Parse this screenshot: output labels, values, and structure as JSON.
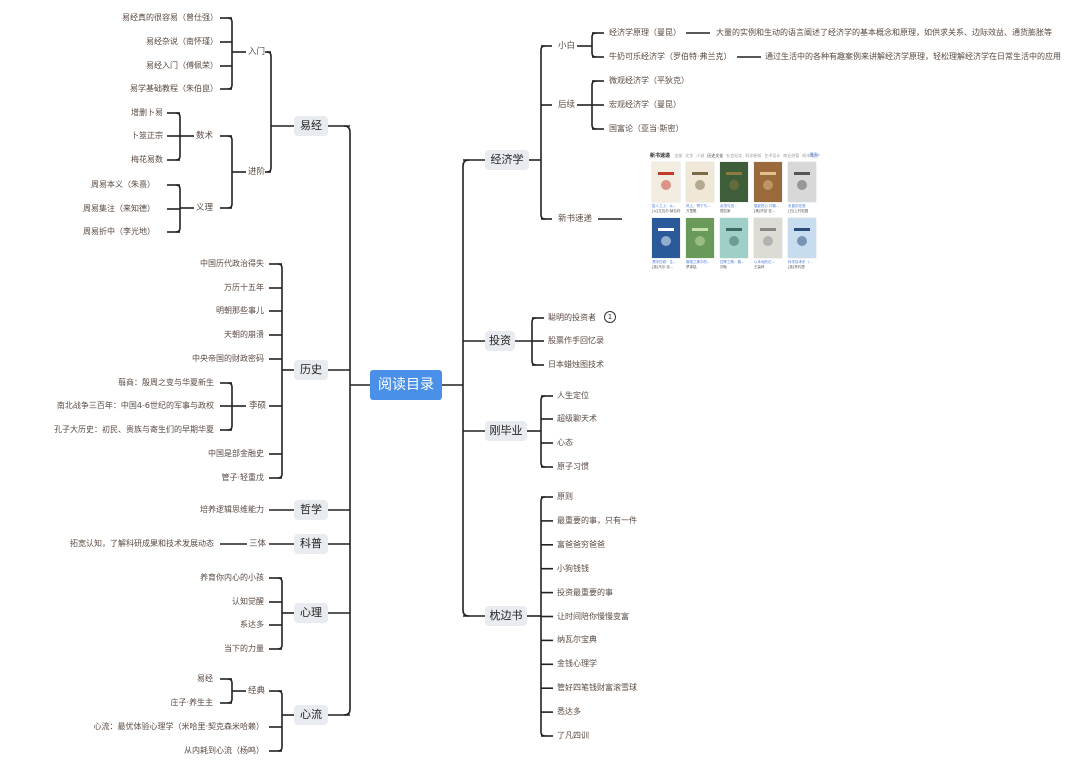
{
  "root": {
    "label": "阅读目录",
    "color": "#4a90e8"
  },
  "left": {
    "yijing": {
      "label": "易经",
      "rumen": {
        "label": "入门",
        "items": [
          "易经真的很容易（曾仕强）",
          "易经杂说（南怀瑾）",
          "易经入门（傅佩荣）",
          "易学基础教程（朱伯崑）"
        ]
      },
      "jinjie": {
        "label": "进阶",
        "shushu": {
          "label": "数术",
          "items": [
            "增删卜易",
            "卜筮正宗",
            "梅花易数"
          ]
        },
        "yili": {
          "label": "义理",
          "items": [
            "周易本义（朱熹）",
            "周易集注（来知德）",
            "周易折中（李光地）"
          ]
        }
      }
    },
    "lishi": {
      "label": "历史",
      "items_top": [
        "中国历代政治得失",
        "万历十五年",
        "明朝那些事儿",
        "天朝的崩溃",
        "中央帝国的财政密码"
      ],
      "lishuo": {
        "label": "李硕",
        "items": [
          "翦商：殷周之变与华夏新生",
          "南北战争三百年：中国4-6世纪的军事与政权",
          "孔子大历史：初民、贵族与寄生们的早期华夏"
        ]
      },
      "items_bottom": [
        "中国是部金融史",
        "管子·轻重戊"
      ]
    },
    "zhexue": {
      "label": "哲学",
      "items": [
        "培养逻辑思维能力"
      ]
    },
    "kepu": {
      "label": "科普",
      "santi": {
        "label": "三体",
        "note": "拓宽认知，了解科研成果和技术发展动态"
      }
    },
    "xinli": {
      "label": "心理",
      "items": [
        "养育你内心的小孩",
        "认知觉醒",
        "系达多",
        "当下的力量"
      ]
    },
    "xinliu": {
      "label": "心流",
      "jingdian": {
        "label": "经典",
        "items": [
          "易经",
          "庄子·养生主"
        ]
      },
      "items": [
        "心流：最优体验心理学（米哈里·契克森米哈赖）",
        "从内耗到心流（杨鸣）"
      ]
    }
  },
  "right": {
    "jingjixue": {
      "label": "经济学",
      "xiaobai": {
        "label": "小白",
        "items": [
          {
            "title": "经济学原理（曼昆）",
            "note": "大量的实例和生动的语言阐述了经济学的基本概念和原理，如供求关系、边际效益、通货膨胀等"
          },
          {
            "title": "牛奶可乐经济学（罗伯特·弗兰克）",
            "note": "通过生活中的各种有趣案例来讲解经济学原理，轻松理解经济学在日常生活中的应用"
          }
        ]
      },
      "houxu": {
        "label": "后续",
        "items": [
          "微观经济学（平狄克）",
          "宏观经济学（曼昆）",
          "国富论（亚当·斯密）"
        ]
      },
      "xinshu": {
        "label": "新书速递",
        "panel": {
          "title": "新书速递",
          "tabs": [
            "全部",
            "文学",
            "小说",
            "历史文化",
            "社会纪实",
            "科学新知",
            "艺术设计",
            "商业经管",
            "绘本漫画"
          ],
          "more": "更多»",
          "books": [
            {
              "title": "智人之上：从…",
              "author": "[以]尤瓦尔·赫拉利",
              "cover": "#f3ece0",
              "accent": "#c23a2a"
            },
            {
              "title": "风土、寄宁与…",
              "author": "万里殿",
              "cover": "#efe8d6",
              "accent": "#7a6a4a"
            },
            {
              "title": "余茂与送…",
              "author": "德拉家",
              "cover": "#3e5e3a",
              "accent": "#8a7a40"
            },
            {
              "title": "摄影匠心 印象…",
              "author": "[美]托尼·亚…",
              "cover": "#9a6a3a",
              "accent": "#e0c090"
            },
            {
              "title": "未曾的花语",
              "author": "[日]上村松园",
              "cover": "#d8d8d8",
              "accent": "#555555"
            },
            {
              "title": "漂浮在城：生…",
              "author": "[英]马尔·克…",
              "cover": "#2a5a9a",
              "accent": "#ffffff"
            },
            {
              "title": "微观之美中的…",
              "author": "罗泽铭",
              "cover": "#6a9a5a",
              "accent": "#c8e0b0"
            },
            {
              "title": "四季之歌：喜…",
              "author": "刘秋",
              "cover": "#9ed0c8",
              "accent": "#3a6a60"
            },
            {
              "title": "以本地的记…",
              "author": "王高林",
              "cover": "#dcdcd4",
              "accent": "#888"
            },
            {
              "title": "科学技术史（…",
              "author": "[英]李约瑟",
              "cover": "#c8dcf0",
              "accent": "#2a4a7a"
            }
          ]
        }
      }
    },
    "touzi": {
      "label": "投资",
      "items": [
        "聪明的投资者",
        "股票作手回忆录",
        "日本蜡烛图技术"
      ],
      "badge": "1"
    },
    "gangbiye": {
      "label": "刚毕业",
      "items": [
        "人生定位",
        "超级聊天术",
        "心态",
        "原子习惯"
      ]
    },
    "zhenbianshu": {
      "label": "枕边书",
      "items": [
        "原则",
        "最重要的事，只有一件",
        "富爸爸穷爸爸",
        "小狗钱钱",
        "投资最重要的事",
        "让时间陪你慢慢变富",
        "纳瓦尔宝典",
        "金钱心理学",
        "管好四笔钱财富滚雪球",
        "悉达多",
        "了凡四训"
      ]
    }
  },
  "colors": {
    "line": "#222222",
    "node_bg": "#e8ebef",
    "text": "#5a4a42"
  }
}
